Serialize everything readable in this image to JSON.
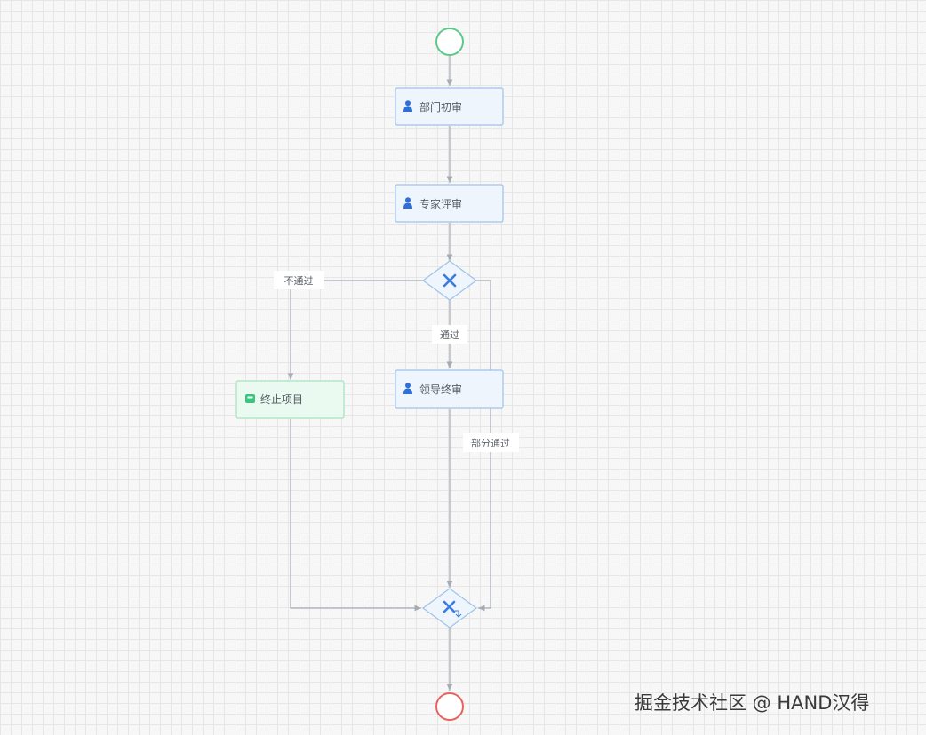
{
  "colors": {
    "start_event": "#5cc98b",
    "end_event": "#e8625e",
    "task_icon": "#2f6fd8",
    "terminate_icon": "#3cc47e",
    "gateway_icon": "#3b7de0"
  },
  "nodes": {
    "dept_review": {
      "label": "部门初审",
      "icon": "user-icon"
    },
    "expert_review": {
      "label": "专家评审",
      "icon": "user-icon"
    },
    "leader_review": {
      "label": "领导终审",
      "icon": "user-icon"
    },
    "terminate": {
      "label": "终止项目",
      "icon": "stop-task-icon"
    },
    "decision_gateway": {
      "icon": "exclusive-gateway-icon"
    },
    "merge_gateway": {
      "icon": "exclusive-gateway-icon"
    }
  },
  "edges": {
    "reject": "不通过",
    "approve": "通过",
    "partial": "部分通过"
  },
  "watermark": "掘金技术社区 @ HAND汉得"
}
